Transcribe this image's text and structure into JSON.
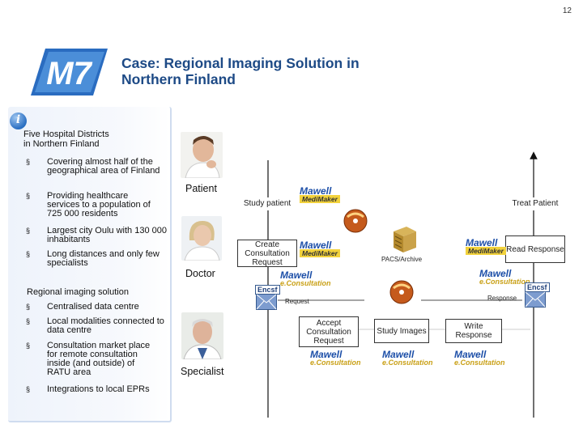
{
  "page": {
    "number": "12"
  },
  "logo": {
    "text": "M7"
  },
  "title": {
    "line1": "Case: Regional Imaging Solution in",
    "line2": "Northern Finland"
  },
  "sidebar": {
    "heading_line1": "Five Hospital Districts",
    "heading_line2": "in Northern Finland",
    "bullets": [
      "Covering almost half of the geographical area of Finland",
      "Providing healthcare services to a population of 725 000 residents",
      "Largest city Oulu with 130 000 inhabitants",
      "Long distances and only few specialists"
    ],
    "section2_heading": "Regional imaging solution",
    "bullets2": [
      "Centralised data centre",
      "Local modalities connected to data centre",
      "Consultation market place for remote consultation inside (and outside) of RATU area",
      "Integrations to local EPRs"
    ],
    "bullet_char": "§"
  },
  "roles": {
    "patient": "Patient",
    "doctor": "Doctor",
    "specialist": "Specialist"
  },
  "diagram": {
    "study_patient": "Study patient",
    "treat_patient": "Treat Patient",
    "create_request": "Create Consultation Request",
    "read_response": "Read Response",
    "accept_request": "Accept Consultation Request",
    "study_images": "Study Images",
    "write_response": "Write Response",
    "pacs_label": "PACS/Archive",
    "request_label": "Request",
    "response_label": "Response",
    "brand_mawell": "Mawell",
    "brand_medimaker": "MediMaker",
    "brand_econsult": "e.Consultation",
    "envelope_label": "Encsf"
  },
  "colors": {
    "title": "#1d4a86",
    "brand": "#1d4fa8",
    "brand_gold": "#c9a016",
    "panel": "#eef3fb"
  },
  "icons": [
    "info-icon",
    "logo-m7",
    "cd-disc-icon",
    "server-archive-icon",
    "envelope-icon"
  ]
}
